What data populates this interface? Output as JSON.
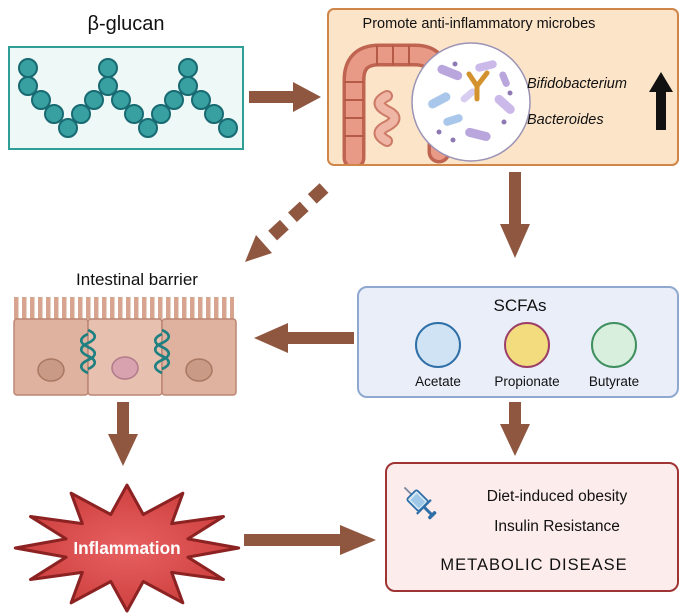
{
  "figure": {
    "beta_glucan_label": "β-glucan",
    "microbes_box": {
      "title": "Promote anti-inflammatory microbes",
      "bacteria": [
        "Bifidobacterium",
        "Bacteroides"
      ],
      "trend": "increase"
    },
    "intestinal_barrier_label": "Intestinal barrier",
    "scfas_box": {
      "title": "SCFAs",
      "items": [
        {
          "label": "Acetate",
          "fill": "#cfe3f4",
          "border": "#2f6fa8"
        },
        {
          "label": "Propionate",
          "fill": "#f2dc7e",
          "border": "#9c3f68"
        },
        {
          "label": "Butyrate",
          "fill": "#d8efdd",
          "border": "#3f8f5f"
        }
      ]
    },
    "inflammation_label": "Inflammation",
    "disease_box": {
      "lines": [
        "Diet-induced obesity",
        "Insulin Resistance",
        "METABOLIC DISEASE"
      ]
    },
    "colors": {
      "arrow_brown": "#8f5740",
      "glucan_border": "#2e9e96",
      "microbes_box_border": "#d08648",
      "microbes_box_bg": "#fce4c8",
      "scfas_box_border": "#8fa8d0",
      "scfas_box_bg": "#e9eef9",
      "disease_box_border": "#9e3434",
      "disease_box_bg": "#fdecec",
      "inflammation_fill": "#d04040"
    }
  }
}
